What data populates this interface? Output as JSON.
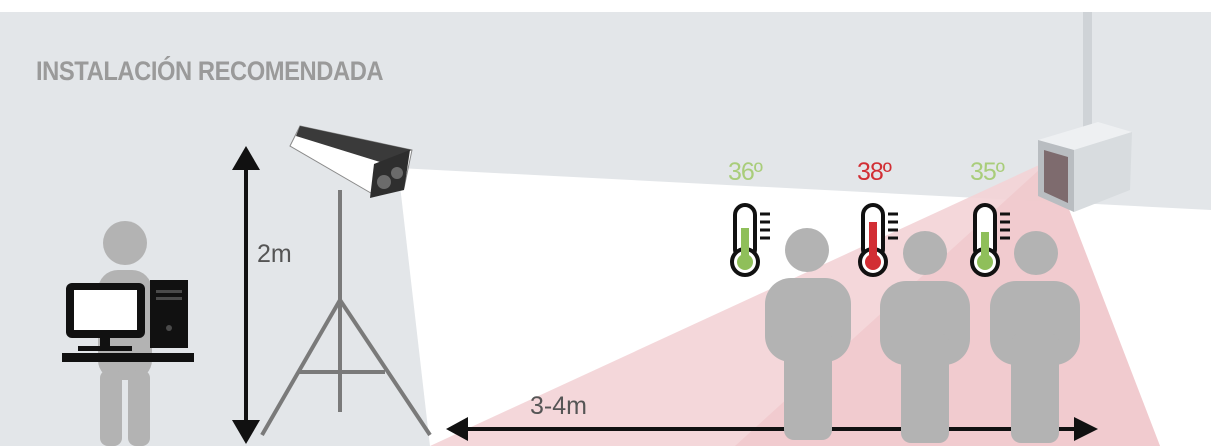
{
  "title": "INSTALACIÓN RECOMENDADA",
  "height_label": "2m",
  "distance_label": "3-4m",
  "readings": [
    {
      "value": "36º",
      "status": "normal",
      "color": "#a9cd7a"
    },
    {
      "value": "38º",
      "status": "fever",
      "color": "#d22e34"
    },
    {
      "value": "35º",
      "status": "normal",
      "color": "#a9cd7a"
    }
  ],
  "colors": {
    "background": "#e3e6e9",
    "camera_field": "#ffffff",
    "sensor_field": "#f3d3d6",
    "figure": "#b3b3b3",
    "normal": "#a9cd7a",
    "fever": "#d22e34",
    "arrow": "#111111"
  }
}
